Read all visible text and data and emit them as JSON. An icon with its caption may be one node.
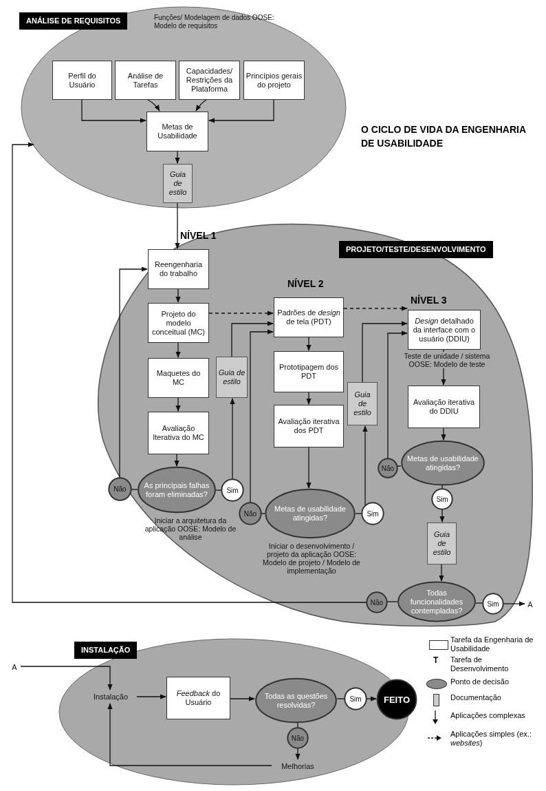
{
  "diagram": {
    "title": "O CICLO DE VIDA DA ENGENHARIA DE USABILIDADE",
    "nodes": [
      {
        "text": [
          "ANÁLISE DE REQUISITOS",
          "Funções/ Modelagem de dados OOSE: Modelo de requisitos"
        ]
      },
      {
        "text": [
          "Perfil do Usuário"
        ],
        "in": 0
      },
      {
        "text": [
          "Análise de Tarefas"
        ],
        "in": 0
      },
      {
        "text": [
          "Capacidades/ Restrições da Plataforma"
        ],
        "in": 0
      },
      {
        "text": [
          "Princípios gerais do projeto"
        ],
        "in": 0
      },
      {
        "text": [
          "Metas de Usabilidade"
        ],
        "in": 0
      },
      {
        "text": [
          "Guia de estilo"
        ],
        "in": 0
      },
      {
        "text": [
          "PROJETO/TESTE/DESENVOLVIMENTO"
        ]
      },
      {
        "text": [
          "Reengenharia do trabalho"
        ],
        "in": 7
      },
      {
        "text": [
          "Projeto do modelo conceitual (MC)"
        ],
        "in": 7
      },
      {
        "text": [
          "Maquetes do MC"
        ],
        "in": 7
      },
      {
        "text": [
          "Avaliação Iterativa do MC"
        ],
        "in": 7
      },
      {
        "text": [
          "Guia de estilo"
        ],
        "in": 7
      },
      {
        "text": [
          "Não"
        ],
        "in": 7
      },
      {
        "text": [
          "As principais falhas foram eliminadas?"
        ],
        "in": 7,
        "beside": [
          "Iniciar a arquitetura da aplicação OOSE: Modelo de análise"
        ]
      },
      {
        "text": [
          "Sim"
        ],
        "in": 7
      },
      {
        "text": [
          "Padrões de *design* de tela (PDT)"
        ],
        "in": 7
      },
      {
        "text": [
          "Prototipagem dos PDT"
        ],
        "in": 7
      },
      {
        "text": [
          "Avaliação iterativa dos PDT"
        ],
        "in": 7
      },
      {
        "text": [
          "Guia de estilo"
        ],
        "in": 7
      },
      {
        "text": [
          "Não"
        ],
        "in": 7
      },
      {
        "text": [
          "Metas de usabilidade atingidas?"
        ],
        "in": 7,
        "beside": [
          "Iniciar o desenvolvimento / projeto da aplicação OOSE: Modelo de projeto / Modelo de implementação"
        ]
      },
      {
        "text": [
          "Sim"
        ],
        "in": 7
      },
      {
        "text": [
          "*Design* detalhado da interface com o usuário (DDIU)"
        ],
        "in": 7,
        "beside": [
          "Teste de unidade / sistema OOSE: Modelo de teste"
        ]
      },
      {
        "text": [
          "Avaliação iterativa do DDIU"
        ],
        "in": 7
      },
      {
        "text": [
          "Não"
        ],
        "in": 7
      },
      {
        "text": [
          "Metas de usabilidade atingidas?"
        ],
        "in": 7
      },
      {
        "text": [
          "Sim"
        ],
        "in": 7
      },
      {
        "text": [
          "Guia de estilo"
        ],
        "in": 7
      },
      {
        "text": [
          "Não"
        ],
        "in": 7
      },
      {
        "text": [
          "Todas funcionalidades contempladas?"
        ],
        "in": 7
      },
      {
        "text": [
          "Sim"
        ],
        "in": 7
      },
      {
        "text": [
          "A"
        ]
      },
      {
        "text": [
          "INSTALAÇÃO"
        ]
      },
      {
        "text": [
          "A"
        ]
      },
      {
        "text": [
          "Instalação"
        ],
        "in": 33
      },
      {
        "text": [
          "*Feedback* do Usuário"
        ],
        "in": 33
      },
      {
        "text": [
          "Todas as questões resolvidas?"
        ],
        "in": 33
      },
      {
        "text": [
          "Sim"
        ],
        "in": 33
      },
      {
        "text": [
          "FEITO"
        ],
        "in": 33
      },
      {
        "text": [
          "Não"
        ],
        "in": 33
      },
      {
        "text": [
          "Melhorias"
        ],
        "in": 33
      }
    ],
    "edges": [
      {
        "from": 1,
        "to": 5,
        "arrow": "to"
      },
      {
        "from": 2,
        "to": 5,
        "arrow": "to"
      },
      {
        "from": 3,
        "to": 5,
        "arrow": "to"
      },
      {
        "from": 4,
        "to": 5,
        "arrow": "to"
      },
      {
        "from": 5,
        "to": 6,
        "arrow": "to"
      },
      {
        "from": 6,
        "to": 8,
        "arrow": "to"
      },
      {
        "from": 8,
        "to": 9,
        "arrow": "to"
      },
      {
        "from": 9,
        "to": 10,
        "arrow": "to"
      },
      {
        "from": 10,
        "to": 11,
        "arrow": "to"
      },
      {
        "from": 11,
        "to": 14,
        "arrow": "to"
      },
      {
        "from": 14,
        "to": 13,
        "arrow": "none"
      },
      {
        "from": 14,
        "to": 15,
        "arrow": "none"
      },
      {
        "from": 13,
        "to": 8,
        "arrow": "to"
      },
      {
        "from": 15,
        "to": 12,
        "arrow": "to"
      },
      {
        "from": 12,
        "to": 16,
        "arrow": "to"
      },
      {
        "from": 9,
        "to": 16,
        "arrow": "to",
        "style": "dashed"
      },
      {
        "from": 16,
        "to": 17,
        "arrow": "to"
      },
      {
        "from": 17,
        "to": 18,
        "arrow": "to"
      },
      {
        "from": 18,
        "to": 21,
        "arrow": "to"
      },
      {
        "from": 21,
        "to": 20,
        "arrow": "none"
      },
      {
        "from": 21,
        "to": 22,
        "arrow": "none"
      },
      {
        "from": 20,
        "to": 16,
        "arrow": "to"
      },
      {
        "from": 22,
        "to": 19,
        "arrow": "to"
      },
      {
        "from": 19,
        "to": 23,
        "arrow": "to"
      },
      {
        "from": 16,
        "to": 23,
        "arrow": "to",
        "style": "dashed"
      },
      {
        "from": 25,
        "to": 23,
        "arrow": "to"
      },
      {
        "from": 23,
        "to": 24,
        "arrow": "to"
      },
      {
        "from": 24,
        "to": 26,
        "arrow": "to"
      },
      {
        "from": 26,
        "to": 25,
        "arrow": "none"
      },
      {
        "from": 26,
        "to": 27,
        "arrow": "none"
      },
      {
        "from": 27,
        "to": 28,
        "arrow": "to"
      },
      {
        "from": 28,
        "to": 30,
        "arrow": "to"
      },
      {
        "from": 30,
        "to": 29,
        "arrow": "none"
      },
      {
        "from": 30,
        "to": 31,
        "arrow": "none"
      },
      {
        "from": 29,
        "to": 0,
        "arrow": "to"
      },
      {
        "from": 31,
        "to": 32,
        "arrow": "to"
      },
      {
        "from": 34,
        "to": 35,
        "arrow": "to"
      },
      {
        "from": 35,
        "to": 36,
        "arrow": "to"
      },
      {
        "from": 36,
        "to": 37,
        "arrow": "to"
      },
      {
        "from": 37,
        "to": 38,
        "arrow": "none"
      },
      {
        "from": 38,
        "to": 39,
        "arrow": "to"
      },
      {
        "from": 37,
        "to": 40,
        "arrow": "none"
      },
      {
        "from": 40,
        "to": 41,
        "arrow": "to"
      },
      {
        "from": 41,
        "to": 35,
        "arrow": "to"
      }
    ],
    "labels": [
      "NÍVEL 1",
      "NÍVEL 2",
      "NÍVEL 3",
      "T"
    ],
    "legend": [
      {
        "text": "Tarefa da Engenharia de Usabilidade",
        "color": "#ffffff"
      },
      {
        "text": "Tarefa de Desenvolvimento"
      },
      {
        "text": "Ponto de decisão",
        "color": "#8a8a8a"
      },
      {
        "text": "Documentação",
        "color": "#cccccc"
      },
      {
        "text": "Aplicações complexas"
      },
      {
        "text": "Aplicações simples (ex.: *websites*)"
      }
    ]
  }
}
